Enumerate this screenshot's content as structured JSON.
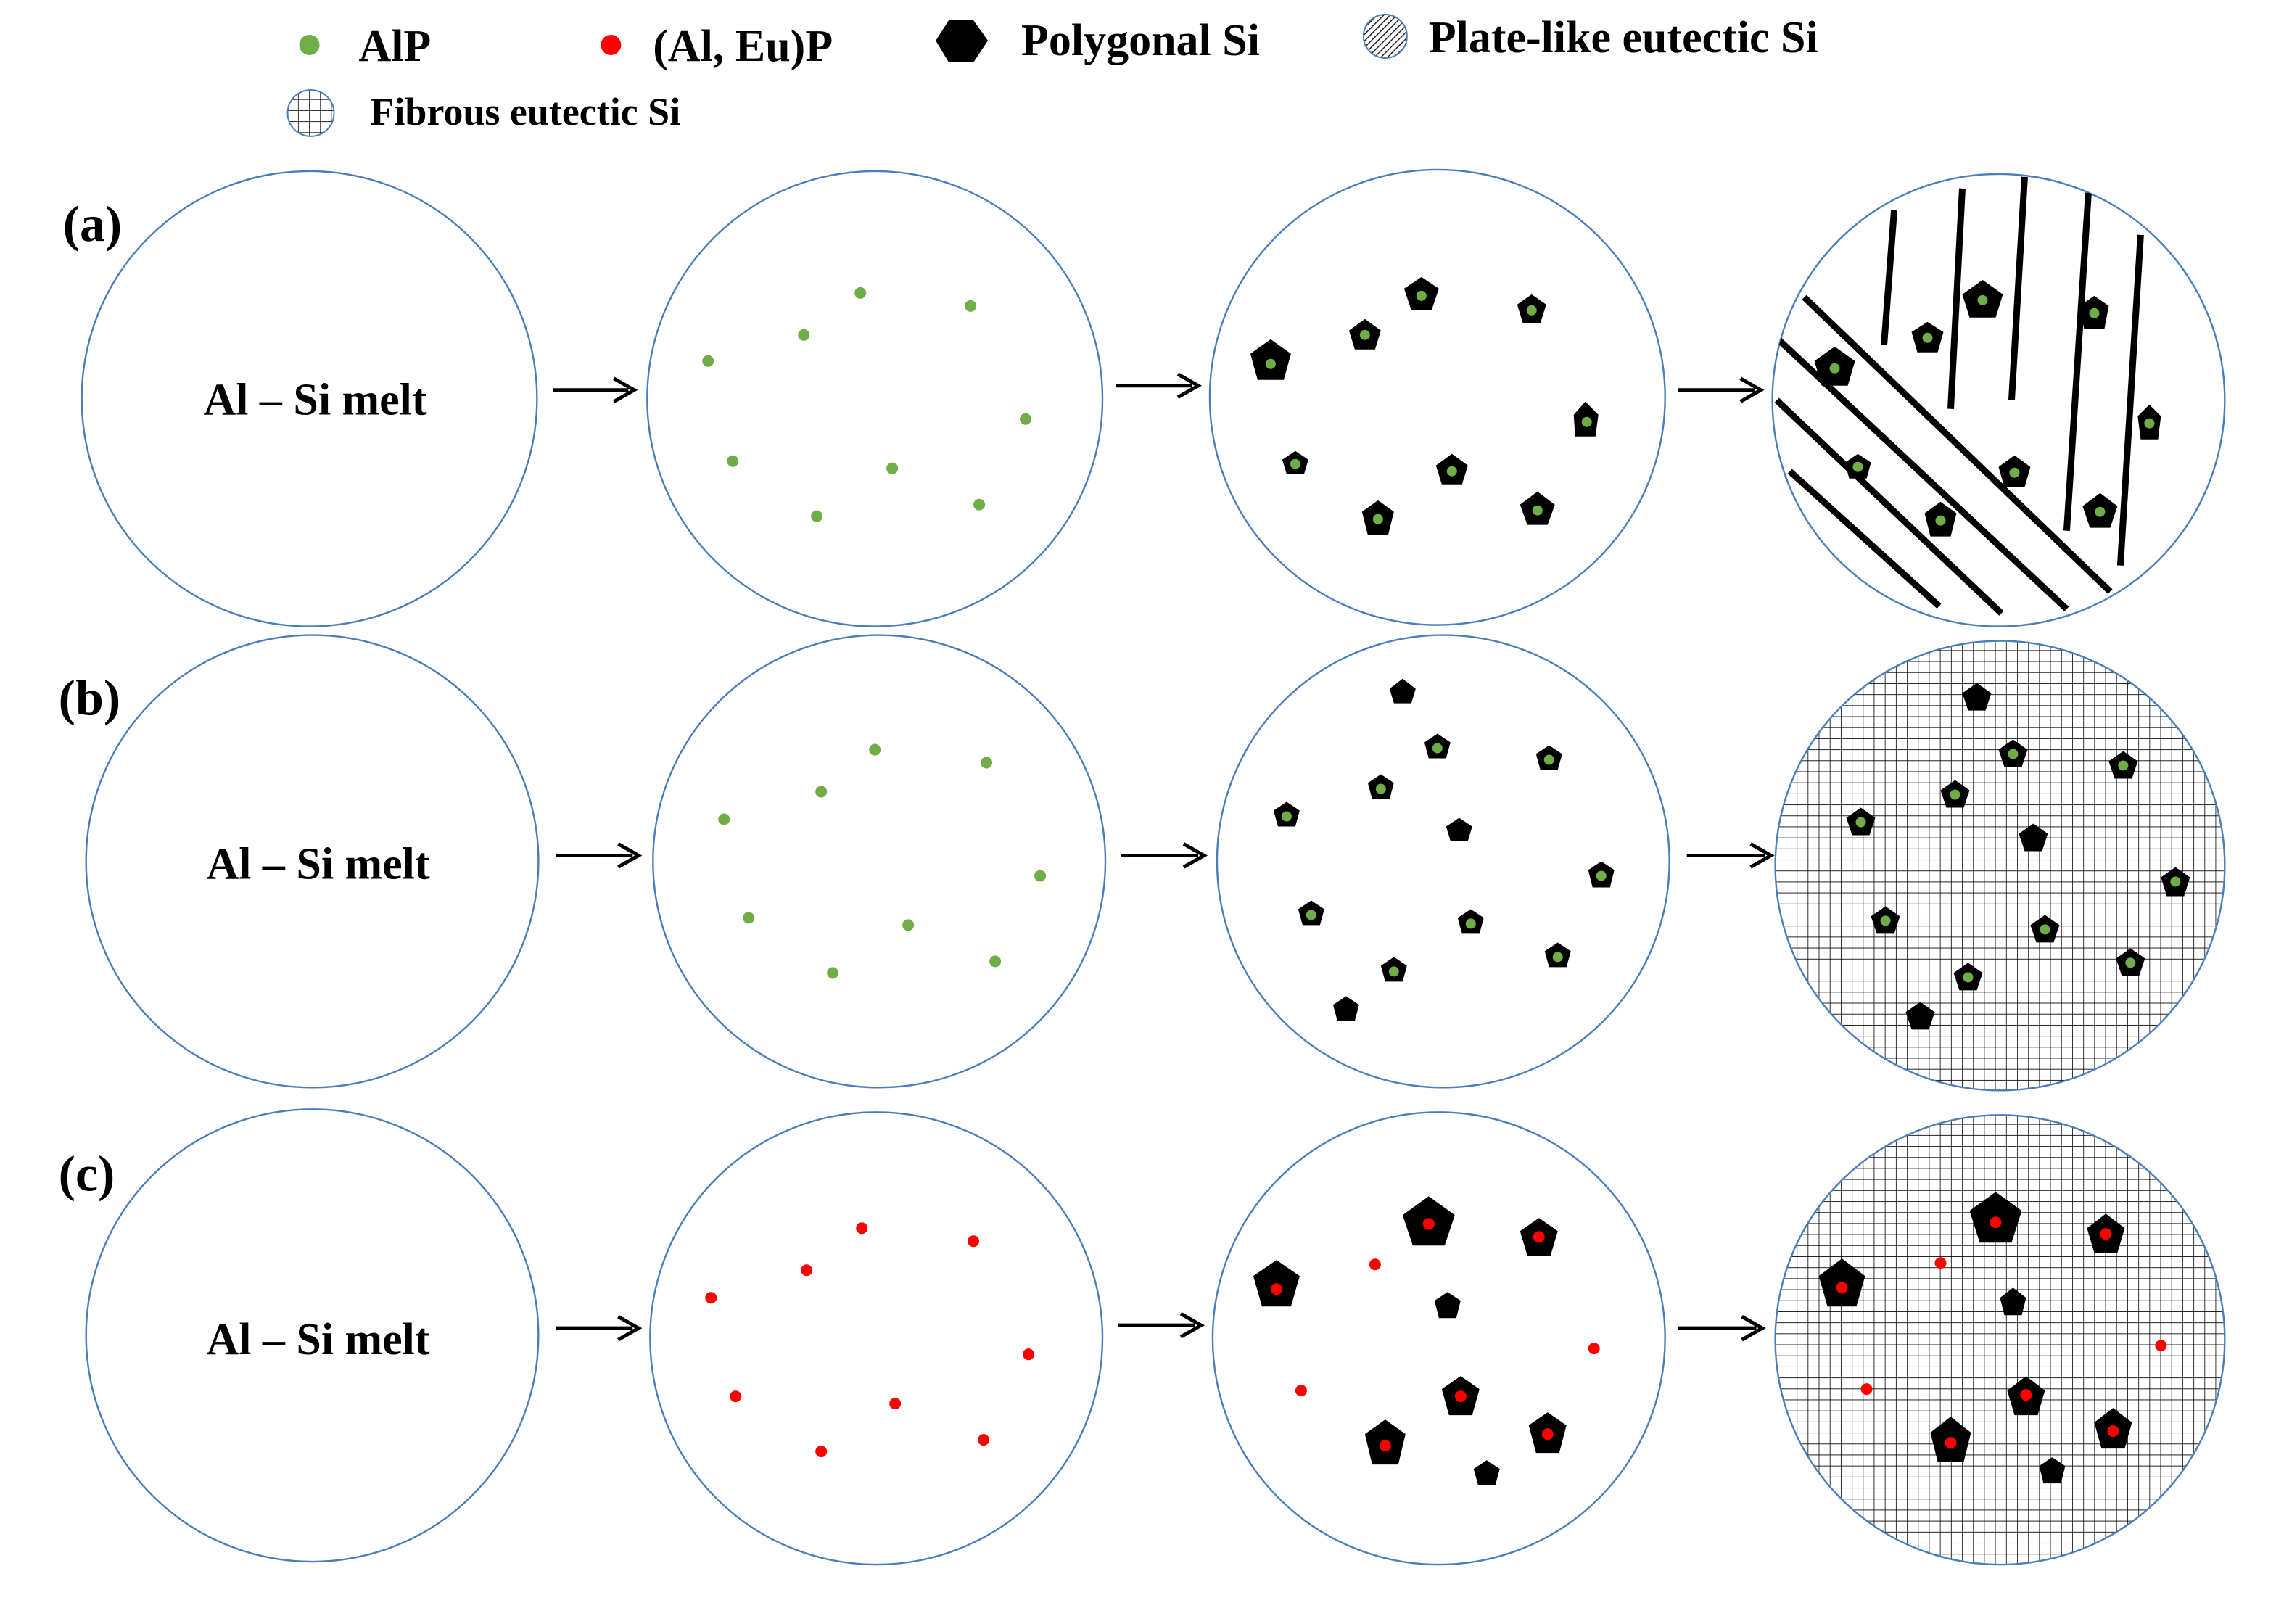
{
  "legend": {
    "alp": "AlP",
    "aleup": "(Al, Eu)P",
    "polygonal": "Polygonal Si",
    "plate": "Plate-like eutectic Si",
    "fibrous": "Fibrous eutectic Si"
  },
  "rows": [
    {
      "label": "(a)",
      "melt_label": "Al – Si melt",
      "particle": "AlP",
      "final_eutectic": "Plate-like eutectic Si"
    },
    {
      "label": "(b)",
      "melt_label": "Al – Si melt",
      "particle": "AlP",
      "final_eutectic": "Fibrous eutectic Si"
    },
    {
      "label": "(c)",
      "melt_label": "Al – Si melt",
      "particle": "(Al, Eu)P",
      "final_eutectic": "Fibrous eutectic Si"
    }
  ],
  "colors": {
    "alp": "#70ad47",
    "aleup": "#ff0000",
    "silicon": "#000000",
    "circle_stroke": "#4a7ebb",
    "background": "#ffffff"
  },
  "icons": {
    "alp": "green-dot-icon",
    "aleup": "red-dot-icon",
    "polygonal": "black-pentagon-icon",
    "plate": "hatched-circle-icon",
    "fibrous": "grid-circle-icon"
  }
}
